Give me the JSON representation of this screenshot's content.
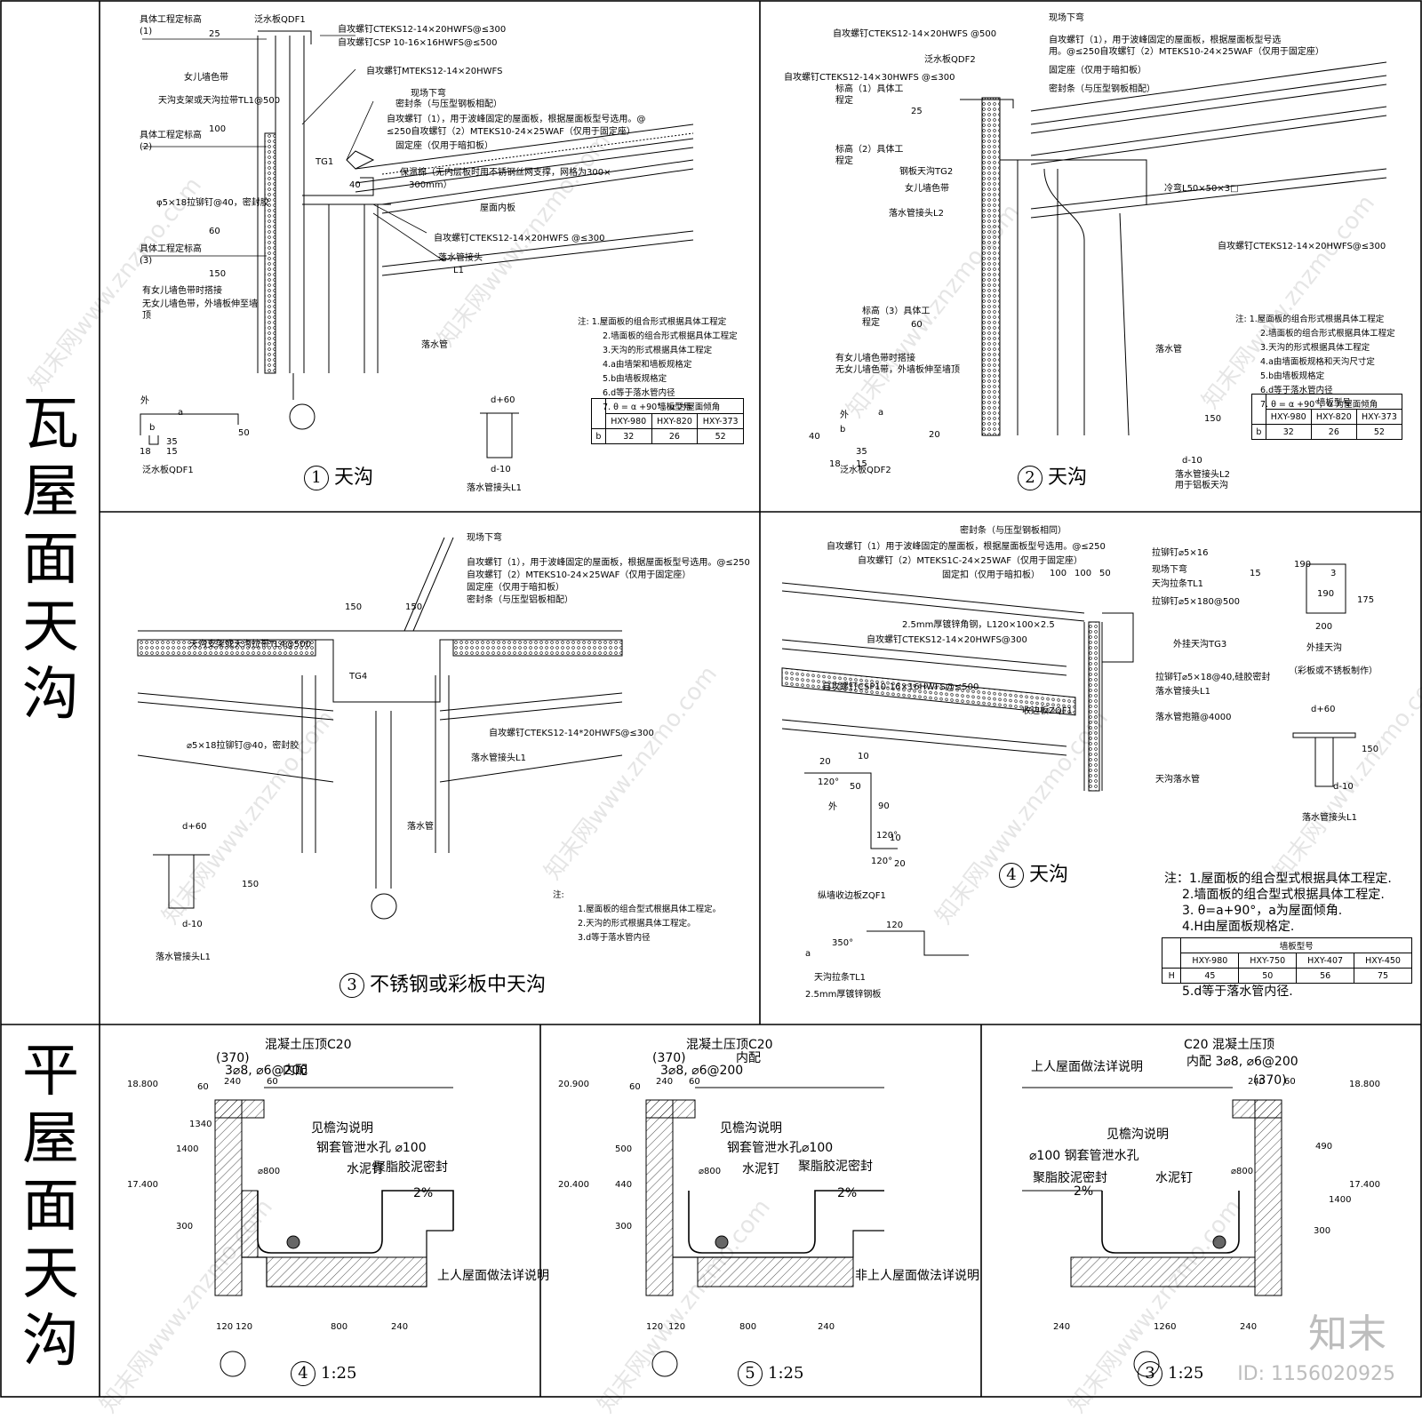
{
  "section_titles": {
    "tile_roof": "瓦屋面天沟",
    "flat_roof": "平屋面天沟"
  },
  "panel1": {
    "caption_num": "1",
    "caption": "天沟",
    "labels": [
      "具体工程定标高",
      "(1)",
      "泛水板QDF1",
      "自攻螺钉CTEKS12-14×20HWFS@≤300",
      "自攻螺钉CSP 10-16×16HWFS@≤500",
      "女儿墙色带",
      "自攻螺钉MTEKS12-14×20HWFS",
      "天沟支架或天沟拉带TL1@500",
      "现场下弯",
      "密封条（与压型钢板相配）",
      "自攻螺钉（1），用于波峰固定的屋面板，根据屋面板型号选用。@",
      "≤250自攻螺钉（2）MTEKS10-24×25WAF（仅用于固定座）",
      "具体工程定标高",
      "(2)",
      "固定座（仅用于暗扣板）",
      "TG1",
      "保温棉（无内层板时用不锈钢丝网支撑，网格为300×",
      "300mm）",
      "φ5×18拉铆钉@40，密封胶",
      "屋面内板",
      "自攻螺钉CTEKS12-14×20HWFS  @≤300",
      "具体工程定标高",
      "(3)",
      "落水管接头",
      "L1",
      "有女儿墙色带时搭接",
      "无女儿墙色带，外墙板伸至墙",
      "顶",
      "落水管",
      "泛水板QDF1",
      "落水管接头L1"
    ],
    "dims": [
      "25",
      "100",
      "60",
      "150",
      "40",
      "外",
      "a",
      "b",
      "50",
      "35",
      "15",
      "18",
      "d+60",
      "d-10"
    ],
    "notes": [
      "注:  1.屋面板的组合形式根据具体工程定",
      "2.墙面板的组合形式根据具体工程定",
      "3.天沟的形式根据具体工程定",
      "4.a由墙架和墙板规格定",
      "5.b由墙板规格定",
      "6.d等于落水管内径",
      "7. θ = α +90°，α 为屋面倾角"
    ],
    "table": {
      "header": "墙板型号",
      "cols": [
        "HXY-980",
        "HXY-820",
        "HXY-373"
      ],
      "row_label": "b",
      "values": [
        "32",
        "26",
        "52"
      ]
    }
  },
  "panel2": {
    "caption_num": "2",
    "caption": "天沟",
    "labels": [
      "自攻螺钉CTEKS12-14×20HWFS @500",
      "现场下弯",
      "自攻螺钉（1），用于波峰固定的屋面板，根据屋面板型号选",
      "用。@≤250自攻螺钉（2）MTEKS10-24×25WAF（仅用于固定座）",
      "泛水板QDF2",
      "自攻螺钉CTEKS12-14×30HWFS @≤300",
      "固定座（仅用于暗扣板）",
      "密封条（与压型钢板相配）",
      "标高（1）具体工",
      "程定",
      "标高（2）具体工",
      "程定",
      "钢板天沟TG2",
      "女儿墙色带",
      "落水管接头L2",
      "冷弯L50×50×3□",
      "自攻螺钉CTEKS12-14×20HWFS@≤300",
      "标高（3）具体工",
      "程定",
      "有女儿墙色带时搭接",
      "无女儿墙色带，外墙板伸至墙顶",
      "落水管",
      "泛水板QDF2",
      "落水管接头L2",
      "用于铝板天沟"
    ],
    "dims": [
      "25",
      "60",
      "40",
      "外",
      "a",
      "b",
      "20",
      "35",
      "15",
      "18",
      "150",
      "d-10"
    ],
    "notes": [
      "注:  1.屋面板的组合形式根据具体工程定",
      "2.墙面板的组合形式根据具体工程定",
      "3.天沟的形式根据具体工程定",
      "4.a由墙面板规格和天沟尺寸定",
      "5.b由墙板规格定",
      "6.d等于落水管内径",
      "7. θ = α +90°，α 为屋面倾角"
    ],
    "table": {
      "header": "墙板型号",
      "cols": [
        "HXY-980",
        "HXY-820",
        "HXY-373"
      ],
      "row_label": "b",
      "values": [
        "32",
        "26",
        "52"
      ]
    }
  },
  "panel3": {
    "caption_num": "3",
    "caption": "不锈钢或彩板中天沟",
    "labels": [
      "现场下弯",
      "自攻螺钉（1），用于波峰固定的屋面板，根据屋面板型号选用。@≤250",
      "自攻螺钉（2）MTEKS10-24×25WAF（仅用于固定座）",
      "固定座（仅用于暗扣板）",
      "密封条（与压型铝板相配）",
      "天沟支架或天沟拉带TL4@500",
      "TG4",
      "自攻螺钉CTEKS12-14*20HWFS@≤300",
      "⌀5×18拉铆钉@40，密封胶",
      "落水管接头L1",
      "落水管",
      "落水管接头L1"
    ],
    "dims": [
      "150",
      "150",
      "d+60",
      "150",
      "d-10"
    ],
    "notes": [
      "注:",
      "1.屋面板的组合型式根据具体工程定。",
      "2.天沟的形式根据具体工程定。",
      "3.d等于落水管内径"
    ]
  },
  "panel4": {
    "caption_num": "4",
    "caption": "天沟",
    "labels": [
      "密封条（与压型钢板相同）",
      "自攻螺钉（1）用于波峰固定的屋面板，根据屋面板型号选用。@≤250",
      "自攻螺钉（2）MTEKS1C-24×25WAF（仅用于固定座）",
      "固定扣（仅用于暗扣板）",
      "拉铆钉⌀5×16",
      "现场下弯",
      "天沟拉条TL1",
      "拉铆钉⌀5×180@500",
      "2.5mm厚镀锌角钢，L120×100×2.5",
      "自攻螺钉CTEKS12-14×20HWFS@300",
      "外挂天沟TG3",
      "自攻螺钉CSP10-16×16HWFS@≤500",
      "收边板ZQF1",
      "拉铆钉⌀5×18@40,硅胶密封",
      "落水管接头L1",
      "落水管抱箍@4000",
      "天沟落水管",
      "纵墙收边板ZQF1",
      "外挂天沟",
      "（彩板或不锈板制作）",
      "落水管接头L1",
      "天沟拉条TL1",
      "2.5mm厚镀锌钢板"
    ],
    "dims": [
      "100",
      "100",
      "50",
      "15",
      "190",
      "3",
      "190",
      "175",
      "200",
      "20",
      "10",
      "120°",
      "50",
      "90",
      "外",
      "120°",
      "10",
      "120°",
      "20",
      "d+60",
      "150",
      "d-10",
      "120",
      "350°",
      "a"
    ],
    "notes": [
      "注：1.屋面板的组合型式根据具体工程定.",
      "2.墙面板的组合型式根据具体工程定.",
      "3. θ=a+90°，a为屋面倾角.",
      "4.H由屋面板规格定."
    ],
    "note_last": "5.d等于落水管内径.",
    "table": {
      "header": "墙板型号",
      "cols": [
        "HXY-980",
        "HXY-750",
        "HXY-407",
        "HXY-450"
      ],
      "row_label": "H",
      "values": [
        "45",
        "50",
        "56",
        "75"
      ]
    }
  },
  "flat1": {
    "caption_num": "4",
    "caption": "1:25",
    "labels": [
      "混凝土压顶C20",
      "(370)",
      "3⌀8, ⌀6@200",
      "内配",
      "见檐沟说明",
      "钢套管泄水孔 ⌀100",
      "水泥钉",
      "聚脂胶泥密封",
      "上人屋面做法详说明",
      "2%"
    ],
    "dims": [
      "18.800",
      "17.400",
      "240",
      "60",
      "60",
      "1340",
      "1400",
      "300",
      "⌀800",
      "120",
      "120",
      "800",
      "240"
    ]
  },
  "flat2": {
    "caption_num": "5",
    "caption": "1:25",
    "labels": [
      "混凝土压顶C20",
      "(370)",
      "3⌀8, ⌀6@200",
      "内配",
      "见檐沟说明",
      "钢套管泄水孔⌀100",
      "水泥钉",
      "聚脂胶泥密封",
      "非上人屋面做法详说明",
      "2%"
    ],
    "dims": [
      "20.900",
      "20.400",
      "240",
      "60",
      "60",
      "500",
      "440",
      "300",
      "⌀800",
      "120",
      "120",
      "800",
      "240"
    ]
  },
  "flat3": {
    "caption_num": "3",
    "caption": "1:25",
    "labels": [
      "上人屋面做法详说明",
      "C20 混凝土压顶",
      "内配 3⌀8, ⌀6@200",
      "(370)",
      "见檐沟说明",
      "⌀100 钢套管泄水孔",
      "聚脂胶泥密封",
      "水泥钉",
      "2%"
    ],
    "dims": [
      "18.800",
      "17.400",
      "240",
      "60",
      "490",
      "1400",
      "300",
      "⌀800",
      "240",
      "1260",
      "240"
    ]
  },
  "watermark": {
    "text": "知末网www.znzmo.com",
    "brand": "知末",
    "id": "ID: 1156020925"
  }
}
